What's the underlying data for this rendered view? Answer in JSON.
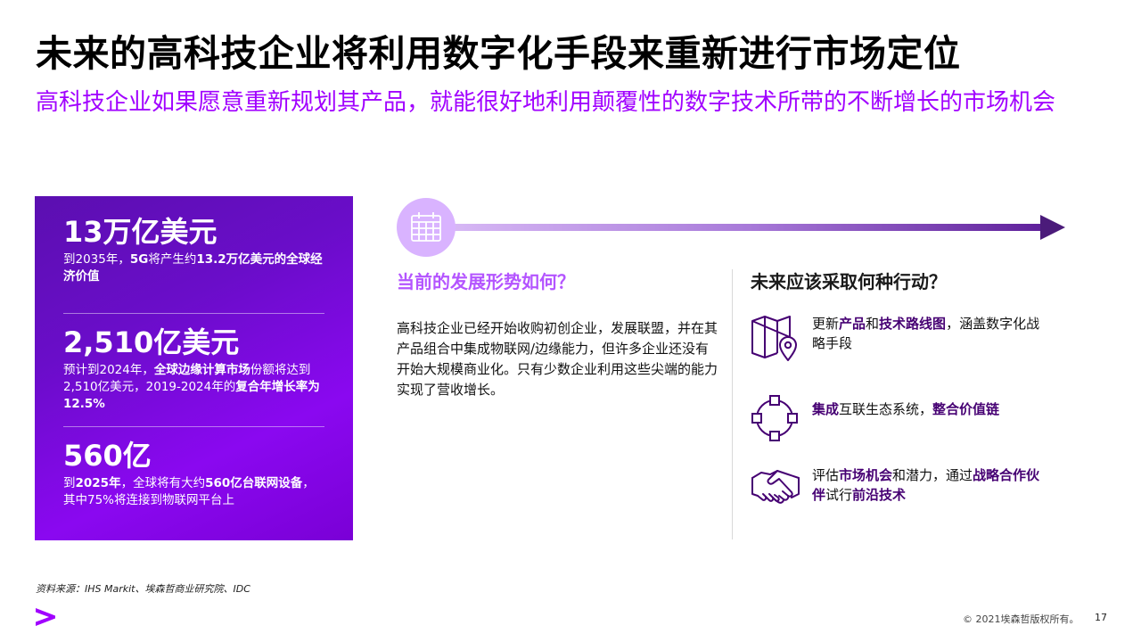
{
  "header": {
    "title": "未来的高科技企业将利用数字化手段来重新进行市场定位",
    "subtitle": "高科技企业如果愿意重新规划其产品，就能很好地利用颠覆性的数字技术所带的不断增长的市场机会"
  },
  "stats": [
    {
      "value": "13万亿美元",
      "desc": [
        {
          "t": "到2035年，",
          "b": false
        },
        {
          "t": "5G",
          "b": true
        },
        {
          "t": "将产生约",
          "b": false
        },
        {
          "t": "13.2万亿美元的全球经济价值",
          "b": true
        }
      ]
    },
    {
      "value": "2,510亿美元",
      "desc": [
        {
          "t": "预计到2024年，",
          "b": false
        },
        {
          "t": "全球边缘计算市场",
          "b": true
        },
        {
          "t": "份额将达到2,510亿美元，2019-2024年的",
          "b": false
        },
        {
          "t": "复合年增长率为12.5%",
          "b": true
        }
      ]
    },
    {
      "value": "560亿",
      "desc": [
        {
          "t": "到",
          "b": false
        },
        {
          "t": "2025年",
          "b": true
        },
        {
          "t": "，全球将有大约",
          "b": false
        },
        {
          "t": "560亿台联网设备",
          "b": true
        },
        {
          "t": "，其中75%将连接到物联网平台上",
          "b": false
        }
      ]
    }
  ],
  "left_column": {
    "heading": "当前的发展形势如何？",
    "body": "高科技企业已经开始收购初创企业，发展联盟，并在其产品组合中集成物联网/边缘能力，但许多企业还没有开始大规模商业化。只有少数企业利用这些尖端的能力实现了营收增长。"
  },
  "right_column": {
    "heading": "未来应该采取何种行动？",
    "actions": [
      {
        "icon": "map-pin-icon",
        "parts": [
          {
            "t": "更新",
            "b": false
          },
          {
            "t": "产品",
            "b": true
          },
          {
            "t": "和",
            "b": false
          },
          {
            "t": "技术路线图",
            "b": true
          },
          {
            "t": "，涵盖数字化战略手段",
            "b": false
          }
        ]
      },
      {
        "icon": "ecosystem-circle-icon",
        "parts": [
          {
            "t": "集成",
            "b": true
          },
          {
            "t": "互联生态系统，",
            "b": false
          },
          {
            "t": "整合价值链",
            "b": true
          }
        ]
      },
      {
        "icon": "handshake-icon",
        "parts": [
          {
            "t": "评估",
            "b": false
          },
          {
            "t": "市场机会",
            "b": true
          },
          {
            "t": "和潜力，通过",
            "b": false
          },
          {
            "t": "战略合作伙伴",
            "b": true
          },
          {
            "t": "试行",
            "b": false
          },
          {
            "t": "前沿技术",
            "b": true
          }
        ]
      }
    ]
  },
  "footer": {
    "source": "资料来源：IHS Markit、埃森哲商业研究院、IDC",
    "copyright": "© 2021埃森哲版权所有。",
    "page": "17"
  },
  "colors": {
    "accent": "#a100ff",
    "dark_purple": "#460073",
    "light_purple": "#b455ff"
  },
  "icons": {
    "timeline": "calendar-icon",
    "logo": "accenture-arrow-logo"
  }
}
